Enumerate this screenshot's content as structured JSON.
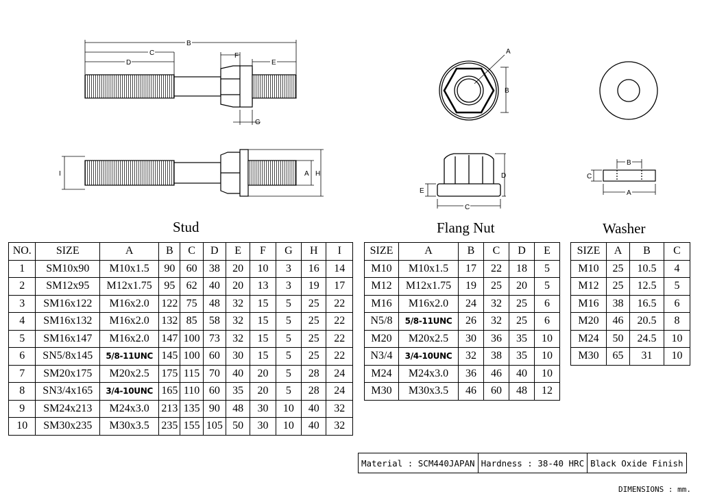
{
  "titles": {
    "stud": "Stud",
    "nut": "Flang Nut",
    "washer": "Washer"
  },
  "drawing_labels": {
    "stud_top": [
      "B",
      "C",
      "D",
      "F",
      "E",
      "G"
    ],
    "stud_side": [
      "I",
      "A",
      "H"
    ],
    "nut_front": [
      "A",
      "B"
    ],
    "nut_side": [
      "D",
      "E",
      "C"
    ],
    "washer_side": [
      "B",
      "C",
      "A"
    ]
  },
  "stud_table": {
    "headers": [
      "NO.",
      "SIZE",
      "A",
      "B",
      "C",
      "D",
      "E",
      "F",
      "G",
      "H",
      "I"
    ],
    "rows": [
      [
        "1",
        "SM10x90",
        "M10x1.5",
        "90",
        "60",
        "38",
        "20",
        "10",
        "3",
        "16",
        "14"
      ],
      [
        "2",
        "SM12x95",
        "M12x1.75",
        "95",
        "62",
        "40",
        "20",
        "13",
        "3",
        "19",
        "17"
      ],
      [
        "3",
        "SM16x122",
        "M16x2.0",
        "122",
        "75",
        "48",
        "32",
        "15",
        "5",
        "25",
        "22"
      ],
      [
        "4",
        "SM16x132",
        "M16x2.0",
        "132",
        "85",
        "58",
        "32",
        "15",
        "5",
        "25",
        "22"
      ],
      [
        "5",
        "SM16x147",
        "M16x2.0",
        "147",
        "100",
        "73",
        "32",
        "15",
        "5",
        "25",
        "22"
      ],
      [
        "6",
        "SN5/8x145",
        "5/8-11UNC",
        "145",
        "100",
        "60",
        "30",
        "15",
        "5",
        "25",
        "22"
      ],
      [
        "7",
        "SM20x175",
        "M20x2.5",
        "175",
        "115",
        "70",
        "40",
        "20",
        "5",
        "28",
        "24"
      ],
      [
        "8",
        "SN3/4x165",
        "3/4-10UNC",
        "165",
        "110",
        "60",
        "35",
        "20",
        "5",
        "28",
        "24"
      ],
      [
        "9",
        "SM24x213",
        "M24x3.0",
        "213",
        "135",
        "90",
        "48",
        "30",
        "10",
        "40",
        "32"
      ],
      [
        "10",
        "SM30x235",
        "M30x3.5",
        "235",
        "155",
        "105",
        "50",
        "30",
        "10",
        "40",
        "32"
      ]
    ]
  },
  "nut_table": {
    "headers": [
      "SIZE",
      "A",
      "B",
      "C",
      "D",
      "E"
    ],
    "rows": [
      [
        "M10",
        "M10x1.5",
        "17",
        "22",
        "18",
        "5"
      ],
      [
        "M12",
        "M12x1.75",
        "19",
        "25",
        "20",
        "5"
      ],
      [
        "M16",
        "M16x2.0",
        "24",
        "32",
        "25",
        "6"
      ],
      [
        "N5/8",
        "5/8-11UNC",
        "26",
        "32",
        "25",
        "6"
      ],
      [
        "M20",
        "M20x2.5",
        "30",
        "36",
        "35",
        "10"
      ],
      [
        "N3/4",
        "3/4-10UNC",
        "32",
        "38",
        "35",
        "10"
      ],
      [
        "M24",
        "M24x3.0",
        "36",
        "46",
        "40",
        "10"
      ],
      [
        "M30",
        "M30x3.5",
        "46",
        "60",
        "48",
        "12"
      ]
    ]
  },
  "washer_table": {
    "headers": [
      "SIZE",
      "A",
      "B",
      "C"
    ],
    "rows": [
      [
        "M10",
        "25",
        "10.5",
        "4"
      ],
      [
        "M12",
        "25",
        "12.5",
        "5"
      ],
      [
        "M16",
        "38",
        "16.5",
        "6"
      ],
      [
        "M20",
        "46",
        "20.5",
        "8"
      ],
      [
        "M24",
        "50",
        "24.5",
        "10"
      ],
      [
        "M30",
        "65",
        "31",
        "10"
      ]
    ]
  },
  "footer": {
    "material": "Material : SCM440JAPAN",
    "hardness": "Hardness : 38-40 HRC",
    "finish": "Black Oxide Finish"
  },
  "dimensions_note": "DIMENSIONS : mm."
}
